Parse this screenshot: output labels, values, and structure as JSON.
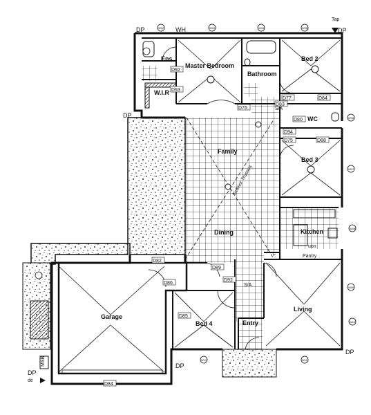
{
  "rooms": {
    "ens": "Ens",
    "master_bedroom": "Master Bedroom",
    "bed2": "Bed 2",
    "bathroom": "Bathroom",
    "wir": "W.I.R",
    "wc": "WC",
    "family": "Family",
    "bed3": "Bed 3",
    "dining": "Dining",
    "kitchen": "Kitchen",
    "pantry": "Pantry",
    "garage": "Garage",
    "bed4": "Bed 4",
    "living": "Living",
    "entry": "Entry"
  },
  "annotations": {
    "dp": "DP",
    "wh": "WH",
    "tap": "Tap",
    "sa": "S/A",
    "msb": "MSB",
    "de": "de",
    "uon": "uon",
    "f": "F",
    "scissor_trusses": "Scissor Trusses"
  },
  "door_tags": [
    "D92",
    "D93",
    "D76",
    "D77",
    "D84",
    "D83",
    "D80",
    "D94",
    "D75",
    "D88",
    "D82",
    "D89",
    "D86",
    "D85",
    "D84",
    "D92"
  ],
  "window_tags": [
    "W02",
    "W03",
    "W04",
    "W05",
    "W06",
    "W07",
    "W08",
    "W09",
    "W10",
    "W11",
    "W12"
  ]
}
